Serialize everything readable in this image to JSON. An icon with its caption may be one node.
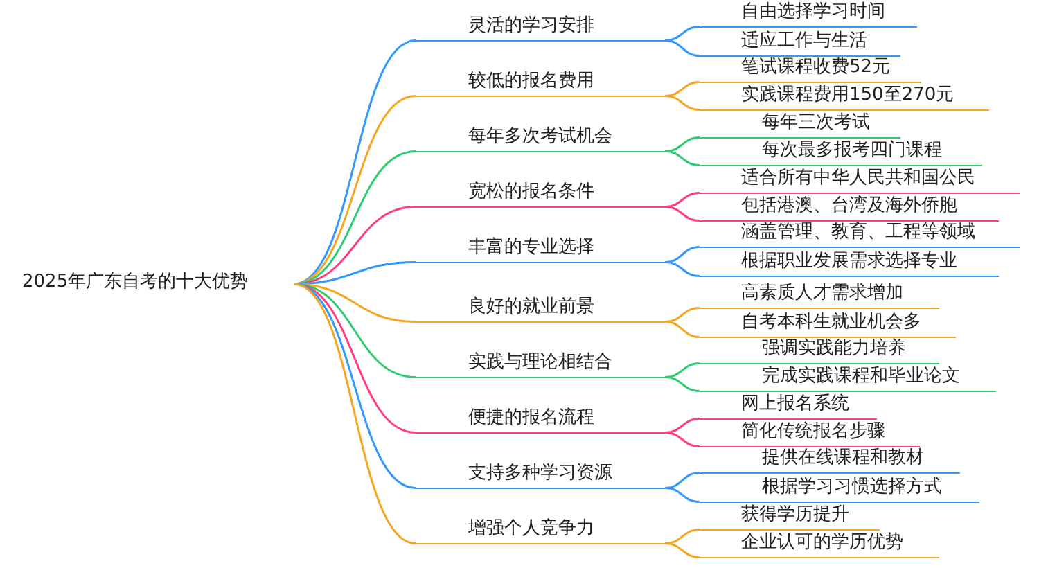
{
  "diagram": {
    "nodes": [
      {
        "text": [
          "2025年广东自考的十大优势"
        ]
      },
      {
        "text": [
          "灵活的学习安排"
        ]
      },
      {
        "text": [
          "自由选择学习时间"
        ]
      },
      {
        "text": [
          "适应工作与生活"
        ]
      },
      {
        "text": [
          "较低的报名费用"
        ]
      },
      {
        "text": [
          "笔试课程收费52元"
        ]
      },
      {
        "text": [
          "实践课程费用150至270元"
        ]
      },
      {
        "text": [
          "每年多次考试机会"
        ]
      },
      {
        "text": [
          "每年三次考试"
        ]
      },
      {
        "text": [
          "每次最多报考四门课程"
        ]
      },
      {
        "text": [
          "宽松的报名条件"
        ]
      },
      {
        "text": [
          "适合所有中华人民共和国公民"
        ]
      },
      {
        "text": [
          "包括港澳、台湾及海外侨胞"
        ]
      },
      {
        "text": [
          "丰富的专业选择"
        ]
      },
      {
        "text": [
          "涵盖管理、教育、工程等领域"
        ]
      },
      {
        "text": [
          "根据职业发展需求选择专业"
        ]
      },
      {
        "text": [
          "良好的就业前景"
        ]
      },
      {
        "text": [
          "高素质人才需求增加"
        ]
      },
      {
        "text": [
          "自考本科生就业机会多"
        ]
      },
      {
        "text": [
          "实践与理论相结合"
        ]
      },
      {
        "text": [
          "强调实践能力培养"
        ]
      },
      {
        "text": [
          "完成实践课程和毕业论文"
        ]
      },
      {
        "text": [
          "便捷的报名流程"
        ]
      },
      {
        "text": [
          "网上报名系统"
        ]
      },
      {
        "text": [
          "简化传统报名步骤"
        ]
      },
      {
        "text": [
          "支持多种学习资源"
        ]
      },
      {
        "text": [
          "提供在线课程和教材"
        ]
      },
      {
        "text": [
          "根据学习习惯选择方式"
        ]
      },
      {
        "text": [
          "增强个人竞争力"
        ]
      },
      {
        "text": [
          "获得学历提升"
        ]
      },
      {
        "text": [
          "企业认可的学历优势"
        ]
      }
    ],
    "edges": [
      {
        "from": 0,
        "to": 1,
        "arrow": "none",
        "color": "#3399ff"
      },
      {
        "from": 1,
        "to": 2,
        "arrow": "none",
        "color": "#3399ff"
      },
      {
        "from": 1,
        "to": 3,
        "arrow": "none",
        "color": "#3399ff"
      },
      {
        "from": 0,
        "to": 4,
        "arrow": "none",
        "color": "#f5a623"
      },
      {
        "from": 4,
        "to": 5,
        "arrow": "none",
        "color": "#f5a623"
      },
      {
        "from": 4,
        "to": 6,
        "arrow": "none",
        "color": "#f5a623"
      },
      {
        "from": 0,
        "to": 7,
        "arrow": "none",
        "color": "#2ecc71"
      },
      {
        "from": 7,
        "to": 8,
        "arrow": "none",
        "color": "#2ecc71"
      },
      {
        "from": 7,
        "to": 9,
        "arrow": "none",
        "color": "#2ecc71"
      },
      {
        "from": 0,
        "to": 10,
        "arrow": "none",
        "color": "#ff3d7f"
      },
      {
        "from": 10,
        "to": 11,
        "arrow": "none",
        "color": "#ff3d7f"
      },
      {
        "from": 10,
        "to": 12,
        "arrow": "none",
        "color": "#ff3d7f"
      },
      {
        "from": 0,
        "to": 13,
        "arrow": "none",
        "color": "#3399ff"
      },
      {
        "from": 13,
        "to": 14,
        "arrow": "none",
        "color": "#3399ff"
      },
      {
        "from": 13,
        "to": 15,
        "arrow": "none",
        "color": "#3399ff"
      },
      {
        "from": 0,
        "to": 16,
        "arrow": "none",
        "color": "#f5a623"
      },
      {
        "from": 16,
        "to": 17,
        "arrow": "none",
        "color": "#f5a623"
      },
      {
        "from": 16,
        "to": 18,
        "arrow": "none",
        "color": "#f5a623"
      },
      {
        "from": 0,
        "to": 19,
        "arrow": "none",
        "color": "#2ecc71"
      },
      {
        "from": 19,
        "to": 20,
        "arrow": "none",
        "color": "#2ecc71"
      },
      {
        "from": 19,
        "to": 21,
        "arrow": "none",
        "color": "#2ecc71"
      },
      {
        "from": 0,
        "to": 22,
        "arrow": "none",
        "color": "#ff3d7f"
      },
      {
        "from": 22,
        "to": 23,
        "arrow": "none",
        "color": "#ff3d7f"
      },
      {
        "from": 22,
        "to": 24,
        "arrow": "none",
        "color": "#ff3d7f"
      },
      {
        "from": 0,
        "to": 25,
        "arrow": "none",
        "color": "#3399ff"
      },
      {
        "from": 25,
        "to": 26,
        "arrow": "none",
        "color": "#3399ff"
      },
      {
        "from": 25,
        "to": 27,
        "arrow": "none",
        "color": "#3399ff"
      },
      {
        "from": 0,
        "to": 28,
        "arrow": "none",
        "color": "#f5a623"
      },
      {
        "from": 28,
        "to": 29,
        "arrow": "none",
        "color": "#f5a623"
      },
      {
        "from": 28,
        "to": 30,
        "arrow": "none",
        "color": "#f5a623"
      }
    ]
  }
}
